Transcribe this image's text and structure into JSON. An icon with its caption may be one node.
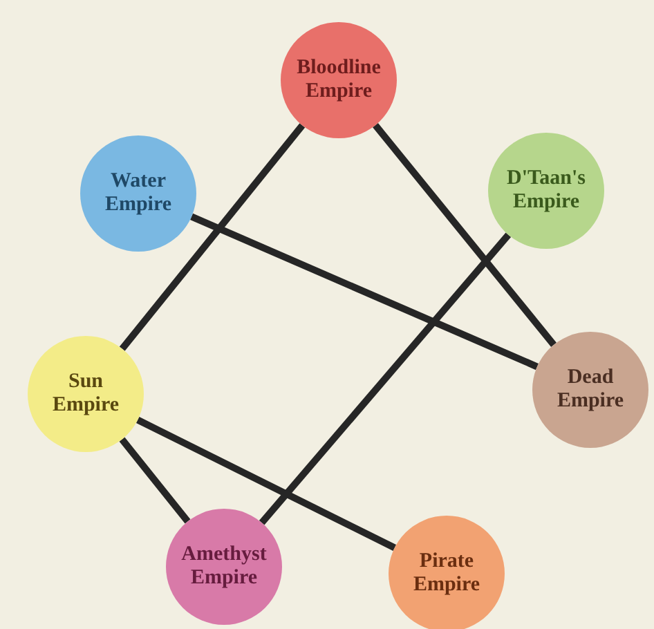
{
  "diagram": {
    "nodes": [
      {
        "text": [
          "Bloodline Empire"
        ]
      },
      {
        "text": [
          "Water Empire"
        ]
      },
      {
        "text": [
          "D'Taan's Empire"
        ]
      },
      {
        "text": [
          "Sun Empire"
        ]
      },
      {
        "text": [
          "Dead Empire"
        ]
      },
      {
        "text": [
          "Amethyst Empire"
        ]
      },
      {
        "text": [
          "Pirate Empire"
        ]
      }
    ],
    "edges": [
      {
        "from": 0,
        "to": 3,
        "arrow": "none"
      },
      {
        "from": 0,
        "to": 4,
        "arrow": "none"
      },
      {
        "from": 1,
        "to": 4,
        "arrow": "none"
      },
      {
        "from": 2,
        "to": 5,
        "arrow": "none"
      },
      {
        "from": 3,
        "to": 5,
        "arrow": "none"
      },
      {
        "from": 3,
        "to": 6,
        "arrow": "none"
      }
    ]
  }
}
